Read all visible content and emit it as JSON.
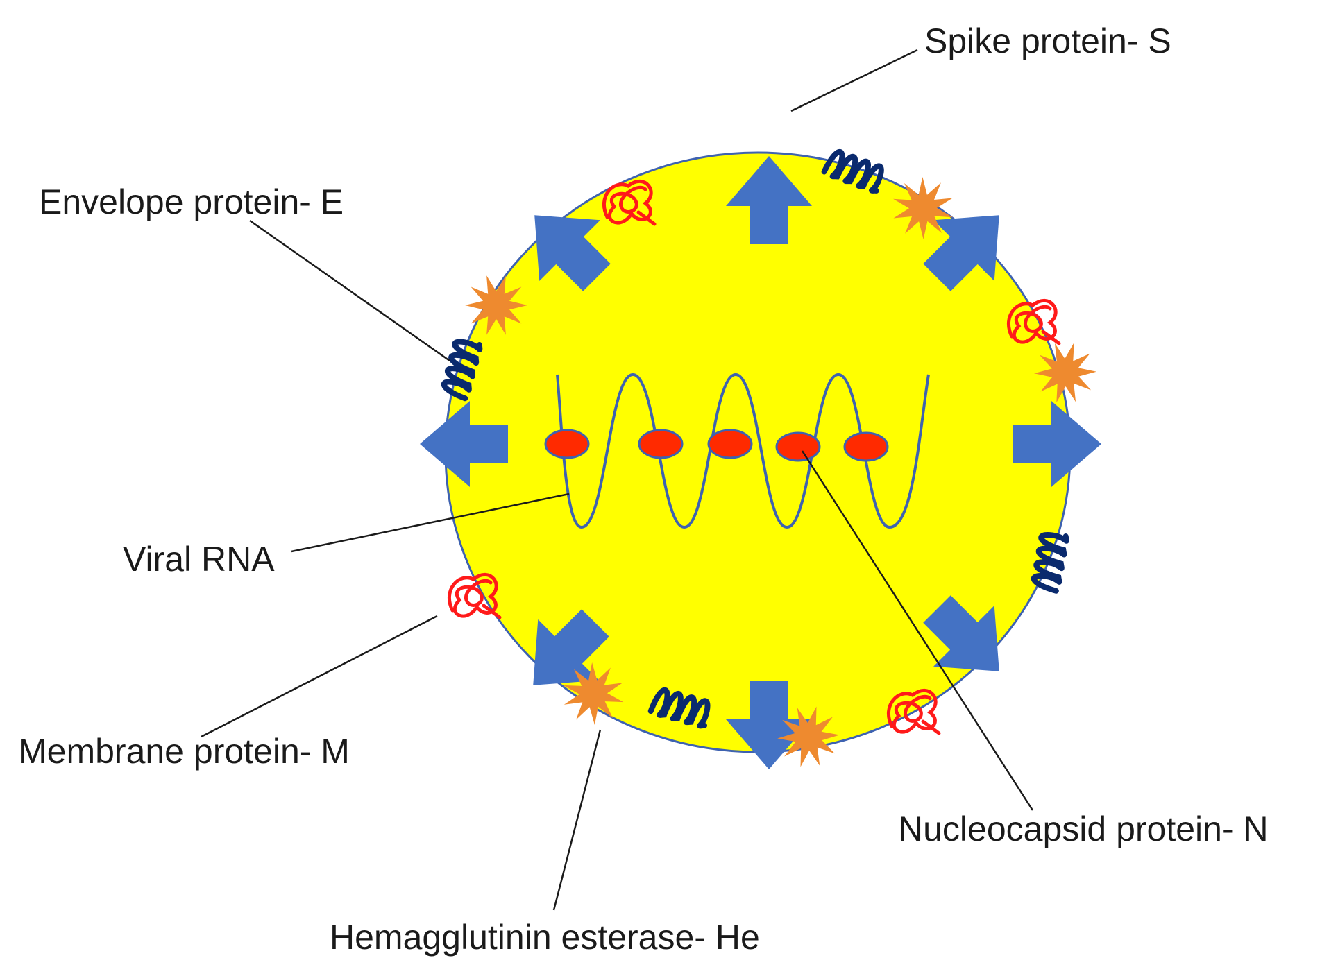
{
  "labels": {
    "spike": "Spike protein- S",
    "envelope": "Envelope protein- E",
    "viral_rna": "Viral RNA",
    "membrane": "Membrane protein- M",
    "nucleocapsid": "Nucleocapsid protein- N",
    "hemagglutinin": "Hemagglutinin esterase- He"
  },
  "colors": {
    "virion_fill": "#ffff00",
    "virion_outline": "#3e62b0",
    "spike_arrow": "#4472c4",
    "nucleocapsid_fill": "#ff2a00",
    "rna_strand": "#3e62b0",
    "envelope_coil": "#0a2a6e",
    "membrane_protein": "#ff1a1a",
    "hemagglutinin_starburst": "#ee8a2f"
  }
}
